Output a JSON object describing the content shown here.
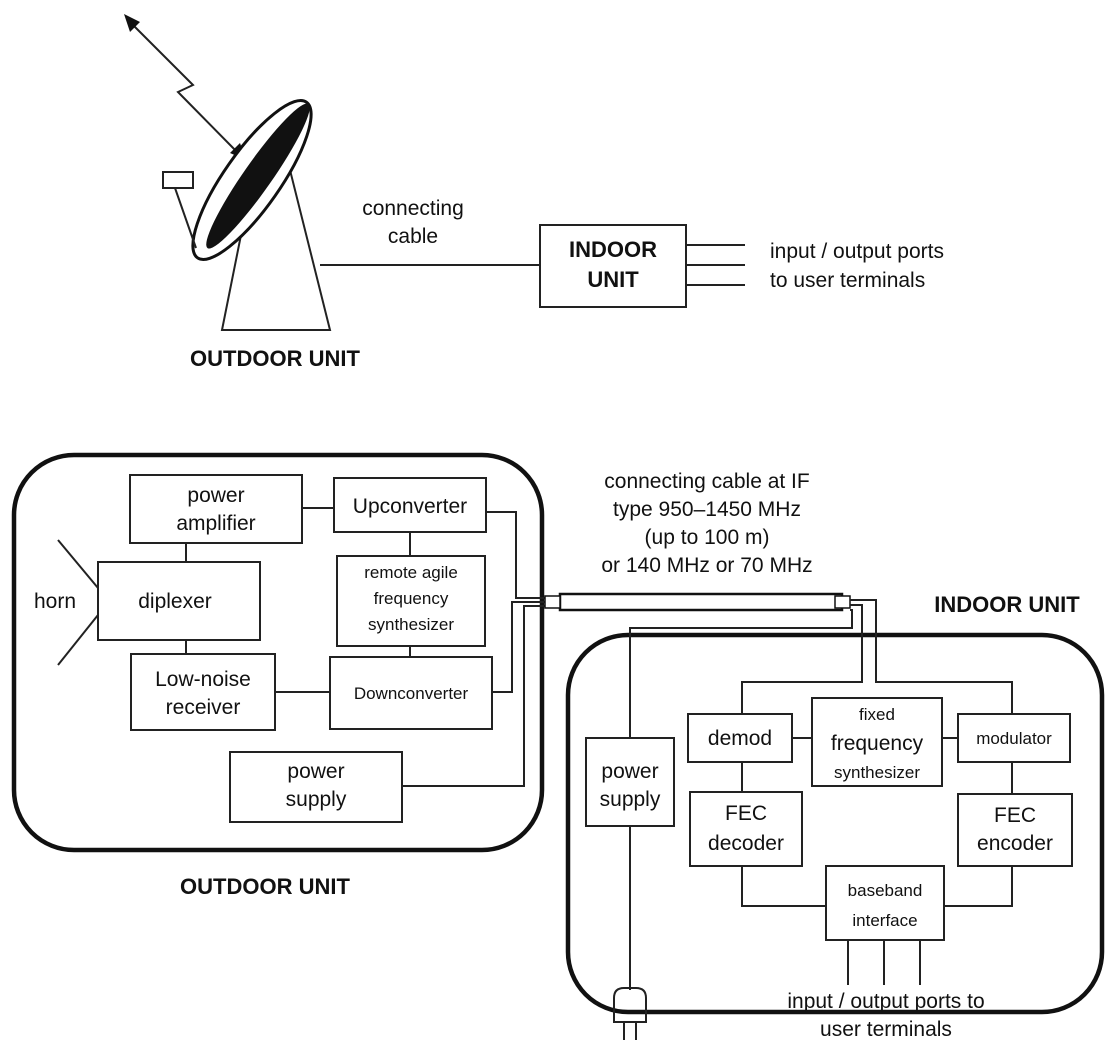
{
  "top": {
    "connecting_cable": [
      "connecting",
      "cable"
    ],
    "indoor_unit": [
      "INDOOR",
      "UNIT"
    ],
    "ports": [
      "input / output ports",
      "to user terminals"
    ],
    "outdoor_unit": "OUTDOOR UNIT"
  },
  "outdoor": {
    "power_amplifier": [
      "power",
      "amplifier"
    ],
    "upconverter": "Upconverter",
    "horn": "horn",
    "diplexer": "diplexer",
    "synthesizer": [
      "remote agile",
      "frequency",
      "synthesizer"
    ],
    "lna": [
      "Low-noise",
      "receiver"
    ],
    "downconverter": "Downconverter",
    "power_supply": [
      "power",
      "supply"
    ],
    "title": "OUTDOOR UNIT"
  },
  "cable": [
    "connecting cable at IF",
    "type 950–1450 MHz",
    "(up to 100 m)",
    "or 140 MHz or 70 MHz"
  ],
  "indoor": {
    "title": "INDOOR UNIT",
    "power_supply": [
      "power",
      "supply"
    ],
    "demod": "demod",
    "fixed_synth": [
      "fixed",
      "frequency",
      "synthesizer"
    ],
    "modulator": "modulator",
    "fec_decoder": [
      "FEC",
      "decoder"
    ],
    "fec_encoder": [
      "FEC",
      "encoder"
    ],
    "baseband": [
      "baseband",
      "interface"
    ],
    "ports": [
      "input / output ports to",
      "user terminals"
    ]
  }
}
